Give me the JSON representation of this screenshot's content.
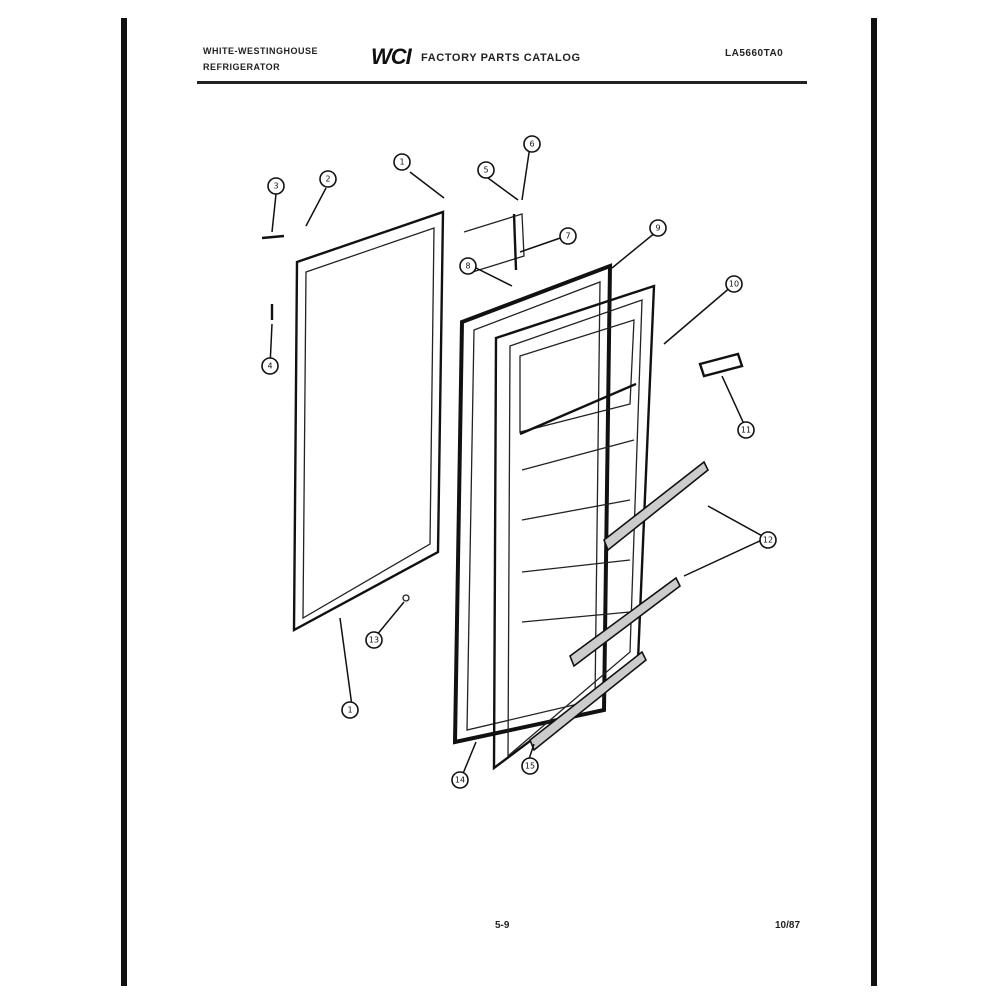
{
  "header": {
    "brand_line1": "WHITE-WESTINGHOUSE",
    "brand_line2": "REFRIGERATOR",
    "logo_text": "WCI",
    "catalog_title": "FACTORY PARTS CATALOG",
    "model_number": "LA5660TA0"
  },
  "footer": {
    "page_number": "5-9",
    "date_code": "10/87"
  },
  "diagram": {
    "subject": "refrigerator door exploded parts view",
    "callouts": [
      {
        "id": "c-gasket-top",
        "label": "1"
      },
      {
        "id": "c-liner-top",
        "label": "2"
      },
      {
        "id": "c-screw-top",
        "label": "3"
      },
      {
        "id": "c-screw-left",
        "label": "4"
      },
      {
        "id": "c-hinge-a",
        "label": "5"
      },
      {
        "id": "c-hinge-b",
        "label": "6"
      },
      {
        "id": "c-hinge-c",
        "label": "7"
      },
      {
        "id": "c-hinge-d",
        "label": "8"
      },
      {
        "id": "c-door-top",
        "label": "9"
      },
      {
        "id": "c-butter",
        "label": "10"
      },
      {
        "id": "c-label",
        "label": "11"
      },
      {
        "id": "c-shelves",
        "label": "12"
      },
      {
        "id": "c-plug",
        "label": "13"
      },
      {
        "id": "c-gasket-bottom",
        "label": "1"
      },
      {
        "id": "c-door-bottom",
        "label": "14"
      },
      {
        "id": "c-liner-bottom",
        "label": "15"
      }
    ]
  }
}
